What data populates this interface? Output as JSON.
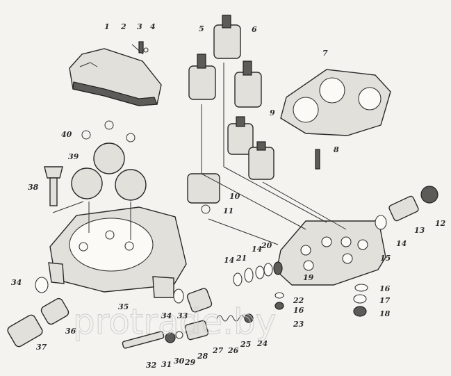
{
  "watermark": "protrade.by",
  "labels": [
    "1",
    "2",
    "3",
    "4",
    "5",
    "6",
    "7",
    "8",
    "9",
    "10",
    "11",
    "12",
    "13",
    "14",
    "14",
    "14",
    "15",
    "16",
    "16",
    "17",
    "18",
    "19",
    "20",
    "21",
    "22",
    "23",
    "24",
    "25",
    "26",
    "27",
    "28",
    "29",
    "30",
    "31",
    "32",
    "33",
    "34",
    "34",
    "35",
    "36",
    "37",
    "38",
    "39",
    "40"
  ]
}
